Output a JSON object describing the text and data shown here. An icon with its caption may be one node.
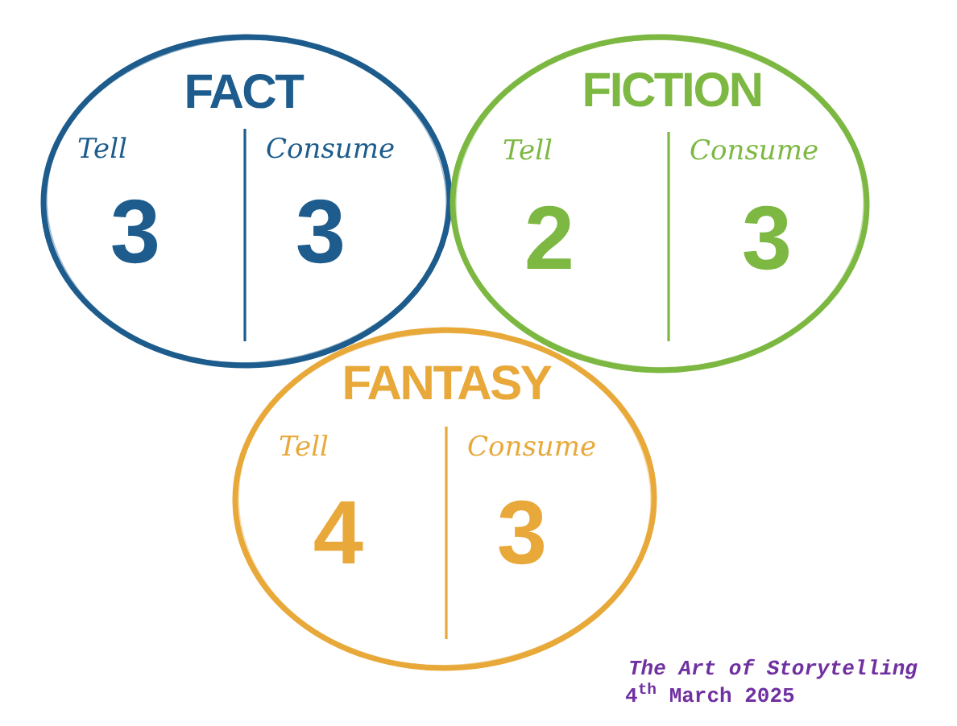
{
  "diagram": {
    "nodes": [
      {
        "text": [
          "FACT",
          "Tell",
          "3",
          "Consume",
          "3"
        ]
      },
      {
        "text": [
          "FICTION",
          "Tell",
          "2",
          "Consume",
          "3"
        ]
      },
      {
        "text": [
          "FANTASY",
          "Tell",
          "4",
          "Consume",
          "3"
        ]
      }
    ],
    "labels": [
      "The Art of Storytelling",
      "4$^{th}$ March 2025"
    ]
  }
}
